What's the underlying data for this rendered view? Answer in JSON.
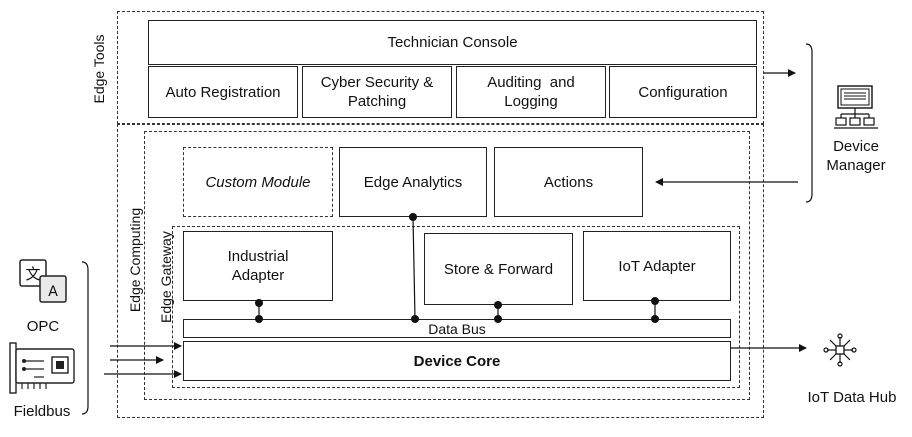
{
  "edge_tools": {
    "label": "Edge Tools",
    "technician_console": "Technician Console",
    "modules": [
      "Auto Registration",
      "Cyber Security & Patching",
      "Auditing  and Logging",
      "Configuration"
    ]
  },
  "edge_computing": {
    "label": "Edge Computing",
    "custom_module": "Custom Module",
    "edge_analytics": "Edge Analytics",
    "actions": "Actions"
  },
  "edge_gateway": {
    "label": "Edge Gateway",
    "industrial_adapter": "Industrial Adapter",
    "store_forward": "Store & Forward",
    "iot_adapter": "IoT Adapter",
    "data_bus": "Data Bus",
    "device_core": "Device Core"
  },
  "external": {
    "device_manager": "Device Manager",
    "iot_data_hub": "IoT Data Hub",
    "opc": "OPC",
    "fieldbus": "Fieldbus"
  },
  "icons": {
    "device_manager": "server-network-icon",
    "iot_data_hub": "hub-network-icon",
    "opc": "translate-icon",
    "fieldbus": "circuit-card-icon"
  }
}
